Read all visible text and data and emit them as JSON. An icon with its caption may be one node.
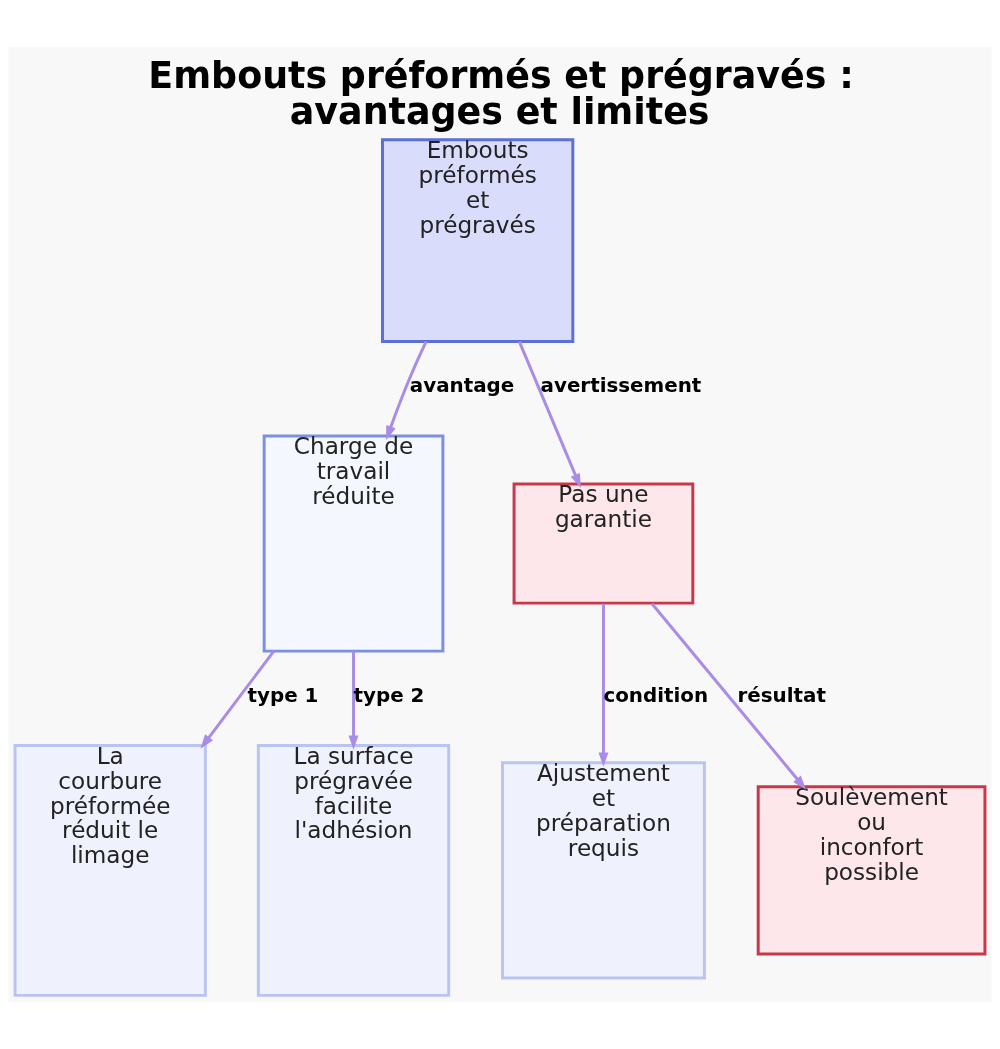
{
  "diagram": {
    "title": "Embouts préformés et prégravés : avantages et limites",
    "nodes": [
      {
        "text": [
          "Embouts préformés et prégravés"
        ]
      },
      {
        "text": [
          "Charge de travail réduite"
        ]
      },
      {
        "text": [
          "Pas une garantie"
        ]
      },
      {
        "text": [
          "La courbure préformée réduit le limage"
        ]
      },
      {
        "text": [
          "La surface prégravée facilite l'adhésion"
        ]
      },
      {
        "text": [
          "Ajustement et préparation requis"
        ]
      },
      {
        "text": [
          "Soulèvement ou inconfort possible"
        ]
      }
    ],
    "edges": [
      {
        "from": 0,
        "to": 1,
        "arrow": "to",
        "label": "avantage"
      },
      {
        "from": 0,
        "to": 2,
        "arrow": "to",
        "label": "avertissement"
      },
      {
        "from": 1,
        "to": 3,
        "arrow": "to",
        "label": "type 1"
      },
      {
        "from": 1,
        "to": 4,
        "arrow": "to",
        "label": "type 2"
      },
      {
        "from": 2,
        "to": 5,
        "arrow": "to",
        "label": "condition"
      },
      {
        "from": 2,
        "to": 6,
        "arrow": "to",
        "label": "résultat"
      }
    ]
  }
}
